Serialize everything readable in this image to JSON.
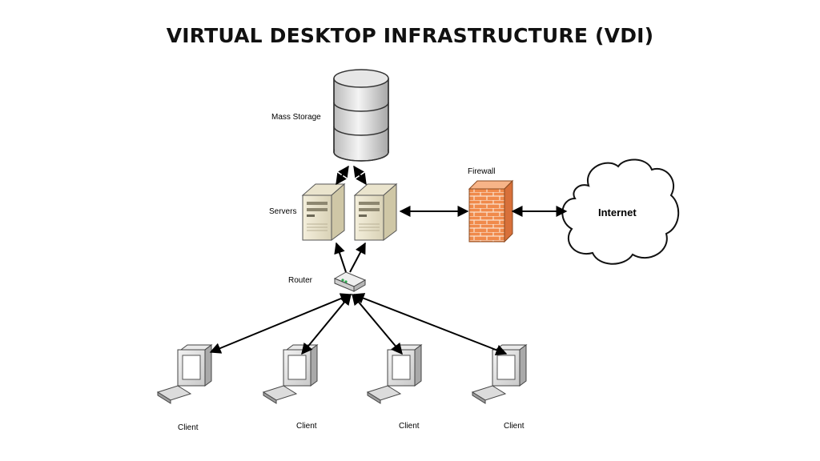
{
  "title": "VIRTUAL DESKTOP INFRASTRUCTURE (VDI)",
  "nodes": {
    "mass_storage": "Mass Storage",
    "servers": "Servers",
    "firewall": "Firewall",
    "internet": "Internet",
    "router": "Router",
    "clients": [
      "Client",
      "Client",
      "Client",
      "Client"
    ]
  }
}
